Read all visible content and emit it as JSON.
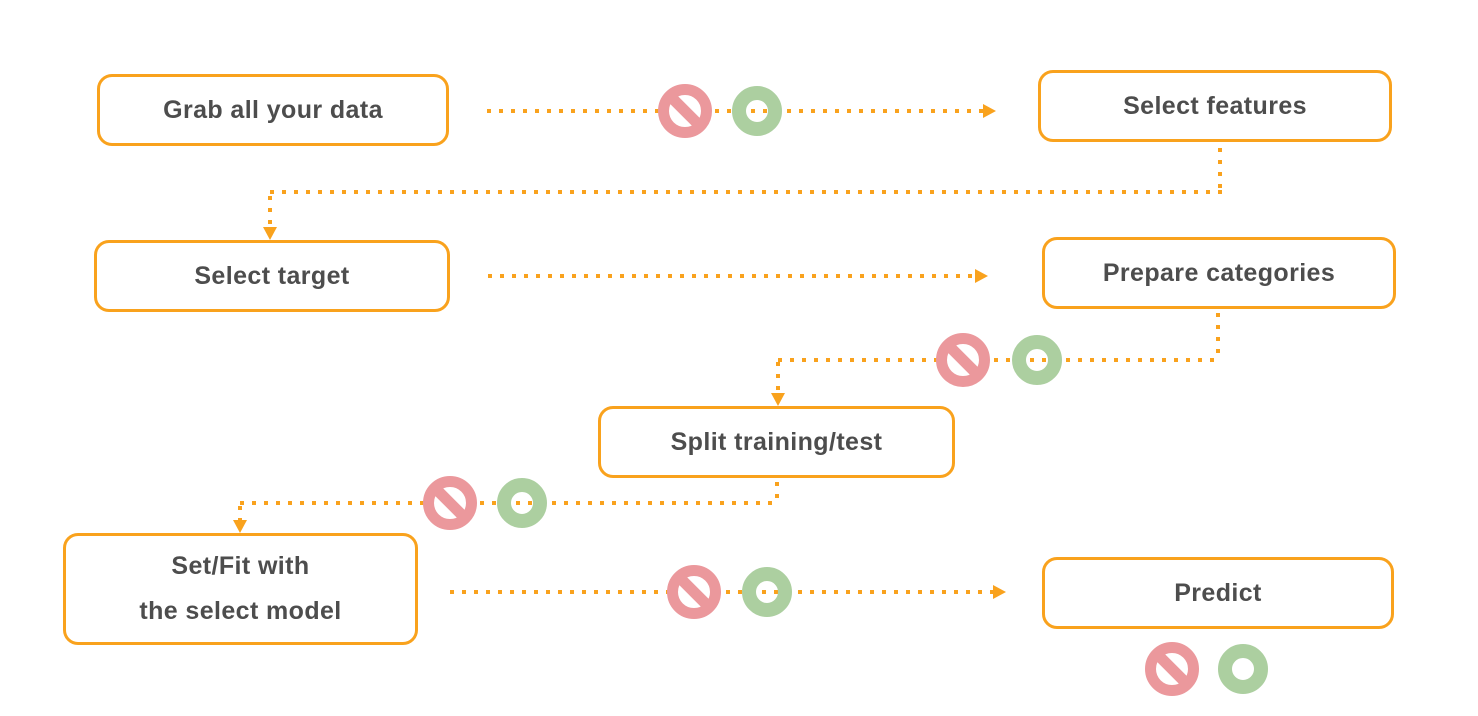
{
  "diagram": {
    "type": "flowchart",
    "background": "#FFFFFF",
    "colors": {
      "connector_orange": "#F9A21D",
      "box_border_orange": "#F9A21D",
      "label_text_gray": "#4D4D4D",
      "no_entry_icon_red": "#EB989C",
      "ok_circle_icon_green": "#ACCFA0"
    },
    "nodes": [
      {
        "id": "grab-data",
        "label": "Grab all your data"
      },
      {
        "id": "select-features",
        "label": "Select features"
      },
      {
        "id": "select-target",
        "label": "Select target"
      },
      {
        "id": "prepare-categories",
        "label": "Prepare categories"
      },
      {
        "id": "split-training-test",
        "label": "Split training/test"
      },
      {
        "id": "set-fit-model",
        "label": "Set/Fit with the select model",
        "lines": [
          "Set/Fit with",
          "the select model"
        ]
      },
      {
        "id": "predict",
        "label": "Predict"
      }
    ],
    "edges": [
      {
        "from": "grab-data",
        "to": "select-features",
        "style": "dotted-arrow",
        "markers": [
          "no-entry",
          "ok-circle"
        ]
      },
      {
        "from": "select-features",
        "to": "select-target",
        "style": "dotted-arrow",
        "markers": []
      },
      {
        "from": "select-target",
        "to": "prepare-categories",
        "style": "dotted-arrow",
        "markers": []
      },
      {
        "from": "prepare-categories",
        "to": "split-training-test",
        "style": "dotted-arrow",
        "markers": [
          "no-entry",
          "ok-circle"
        ]
      },
      {
        "from": "split-training-test",
        "to": "set-fit-model",
        "style": "dotted-arrow",
        "markers": [
          "no-entry",
          "ok-circle"
        ]
      },
      {
        "from": "set-fit-model",
        "to": "predict",
        "style": "dotted-arrow",
        "markers": [
          "no-entry",
          "ok-circle"
        ]
      },
      {
        "from": "predict",
        "to": null,
        "style": "none",
        "markers": [
          "no-entry",
          "ok-circle"
        ]
      }
    ]
  }
}
